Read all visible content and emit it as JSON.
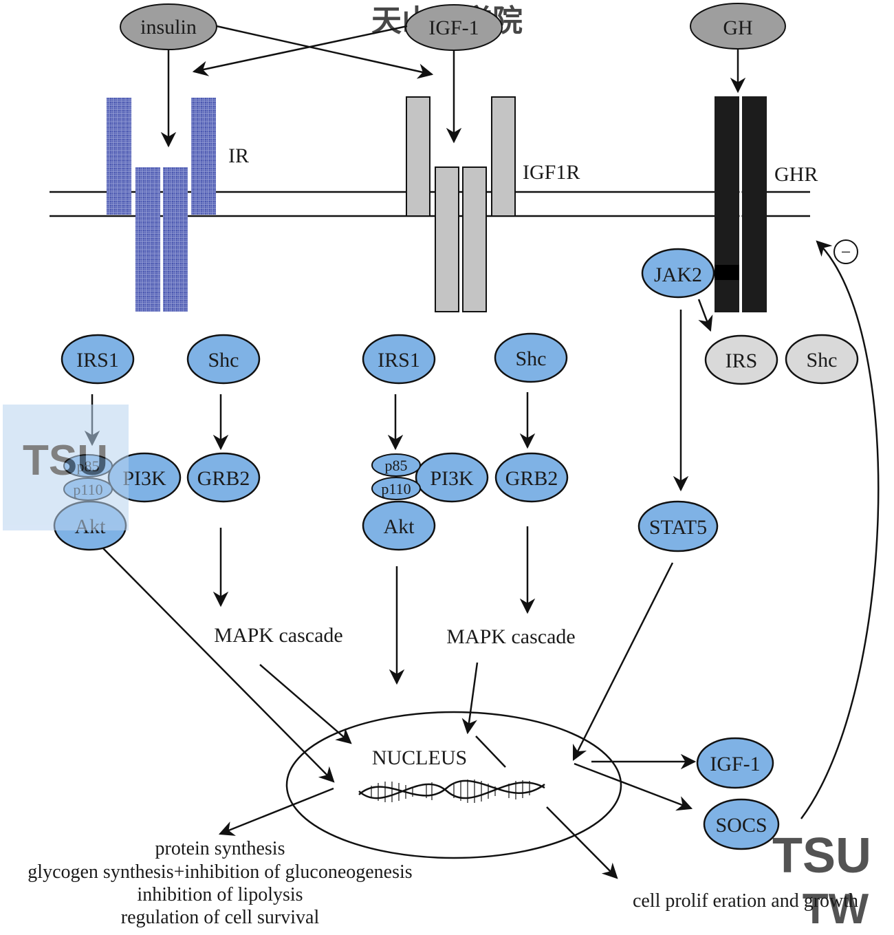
{
  "ligands": {
    "insulin": "insulin",
    "igf1": "IGF-1",
    "gh": "GH"
  },
  "receptors": {
    "ir": "IR",
    "igf1r": "IGF1R",
    "ghr": "GHR"
  },
  "nodes": {
    "jak2": "JAK2",
    "irs1_a": "IRS1",
    "shc_a": "Shc",
    "irs1_b": "IRS1",
    "shc_b": "Shc",
    "irs_c": "IRS",
    "shc_c": "Shc",
    "p85_a": "p85",
    "p110_a": "p110",
    "pi3k_a": "PI3K",
    "akt_a": "Akt",
    "grb2_a": "GRB2",
    "p85_b": "p85",
    "p110_b": "p110",
    "pi3k_b": "PI3K",
    "akt_b": "Akt",
    "grb2_b": "GRB2",
    "stat5": "STAT5",
    "igf1_out": "IGF-1",
    "socs": "SOCS"
  },
  "labels": {
    "mapk_a": "MAPK cascade",
    "mapk_b": "MAPK cascade",
    "nucleus": "NUCLEUS",
    "feedback_sign": "−"
  },
  "outputs": {
    "metabolic": [
      "protein synthesis",
      "glycogen synthesis+inhibition of gluconeogenesis",
      "inhibition of lipolysis",
      "regulation of cell survival"
    ],
    "growth": "cell prolif eration and growth"
  },
  "watermarks": {
    "top": "天山医学院",
    "left": "TSU",
    "right": "TSU",
    "right_sub": "TW"
  },
  "colors": {
    "node_blue": "#7fb2e5",
    "grey_ligand": "#9e9e9e",
    "light_grey": "#d9d9d9",
    "ir_blue": "#3a48a0",
    "igf1r_grey": "#c4c4c4",
    "ghr_black": "#1a1a1a",
    "watermark_cyan": "#3fb6e8"
  }
}
